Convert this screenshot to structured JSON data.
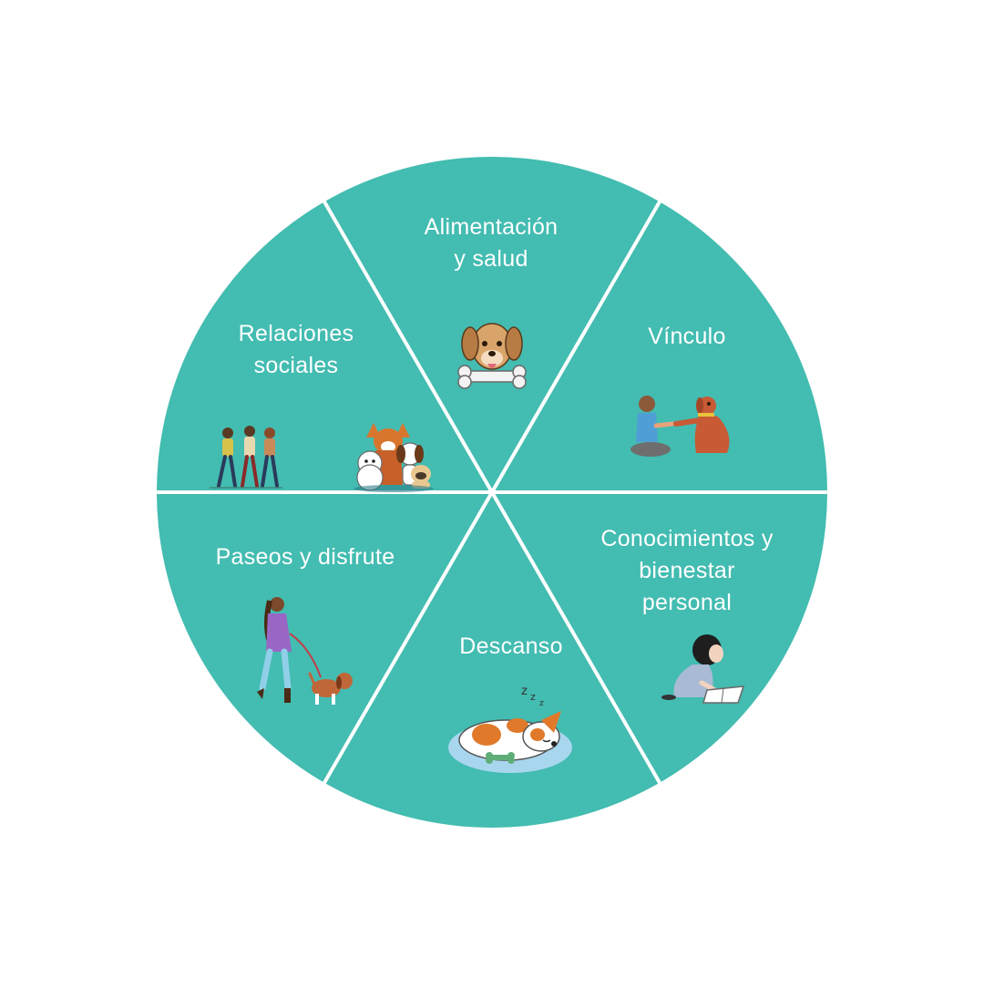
{
  "colors": {
    "wheel": "#43BCB1",
    "divider": "#ffffff",
    "label": "#ffffff"
  },
  "segments": [
    {
      "id": "alimentacion",
      "lines": [
        "Alimentación",
        "y salud"
      ],
      "icon": "dog-with-bone-icon"
    },
    {
      "id": "vinculo",
      "lines": [
        "Vínculo"
      ],
      "icon": "person-shaking-paw-icon"
    },
    {
      "id": "conocimientos",
      "lines": [
        "Conocimientos y",
        "bienestar",
        "personal"
      ],
      "icon": "person-reading-icon"
    },
    {
      "id": "descanso",
      "lines": [
        "Descanso"
      ],
      "icon": "sleeping-dog-icon"
    },
    {
      "id": "paseos",
      "lines": [
        "Paseos y disfrute"
      ],
      "icon": "woman-walking-dog-icon"
    },
    {
      "id": "relaciones",
      "lines": [
        "Relaciones",
        "sociales"
      ],
      "icon": "people-and-dogs-icon"
    }
  ]
}
